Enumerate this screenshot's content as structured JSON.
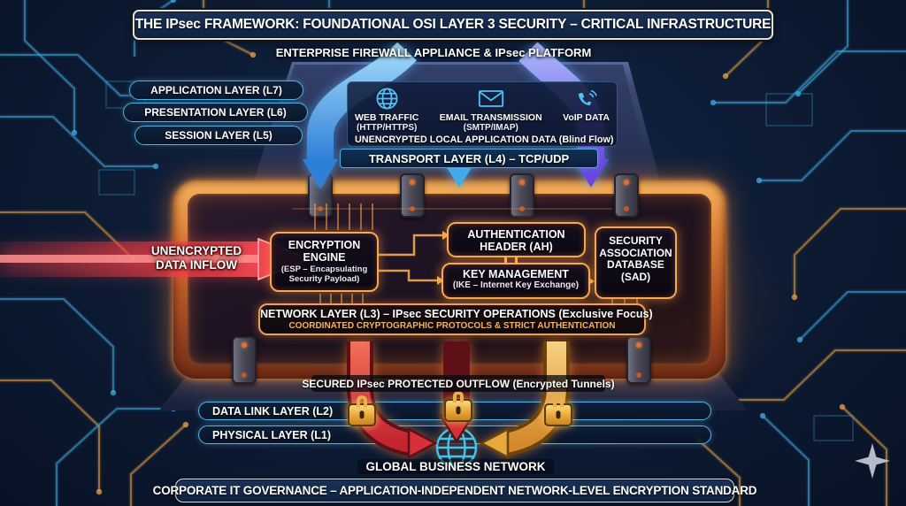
{
  "title": "THE IPsec FRAMEWORK: FOUNDATIONAL OSI LAYER 3 SECURITY – CRITICAL INFRASTRUCTURE",
  "firewall": {
    "platform_label": "ENTERPRISE FIREWALL APPLIANCE & IPsec PLATFORM",
    "traffic": [
      {
        "icon": "globe-icon",
        "title": "WEB TRAFFIC",
        "subtitle": "(HTTP/HTTPS)"
      },
      {
        "icon": "envelope-icon",
        "title": "EMAIL TRANSMISSION",
        "subtitle": "(SMTP/IMAP)"
      },
      {
        "icon": "phone-icon",
        "title": "VoIP DATA",
        "subtitle": ""
      }
    ],
    "blind_flow_note": "UNENCRYPTED LOCAL APPLICATION DATA (Blind Flow)",
    "transport_label": "TRANSPORT LAYER (L4) – TCP/UDP"
  },
  "osi_upper": [
    {
      "label": "APPLICATION LAYER (L7)"
    },
    {
      "label": "PRESENTATION LAYER (L6)"
    },
    {
      "label": "SESSION LAYER (L5)"
    }
  ],
  "inflow": {
    "line1": "UNENCRYPTED",
    "line2": "DATA INFLOW"
  },
  "core": {
    "encryption_engine": {
      "title": "ENCRYPTION ENGINE",
      "subtitle": "(ESP – Encapsulating Security Payload)"
    },
    "authentication_header": {
      "title": "AUTHENTICATION HEADER (AH)"
    },
    "key_management": {
      "title": "KEY MANAGEMENT",
      "subtitle": "(IKE – Internet Key Exchange)"
    },
    "security_association_database": {
      "title": "SECURITY ASSOCIATION DATABASE (SAD)"
    },
    "banner_line1": "NETWORK LAYER (L3) – IPsec SECURITY OPERATIONS (Exclusive Focus)",
    "banner_line2": "COORDINATED CRYPTOGRAPHIC PROTOCOLS & STRICT AUTHENTICATION"
  },
  "outflow": {
    "label": "SECURED IPsec PROTECTED OUTFLOW (Encrypted Tunnels)",
    "lock_icon": "padlock-icon"
  },
  "osi_lower": [
    {
      "label": "DATA LINK LAYER (L2)"
    },
    {
      "label": "PHYSICAL LAYER (L1)"
    }
  ],
  "global_network": {
    "label": "GLOBAL BUSINESS NETWORK",
    "icon": "globe-icon"
  },
  "footer": "CORPORATE IT GOVERNANCE – APPLICATION-INDEPENDENT NETWORK-LEVEL ENCRYPTION STANDARD",
  "colors": {
    "cyan_accent": "#4fc3f7",
    "amber_accent": "#f0a050",
    "alert_red": "#e84050",
    "secure_gold": "#e8b04c",
    "background_navy": "#0e1c33"
  }
}
